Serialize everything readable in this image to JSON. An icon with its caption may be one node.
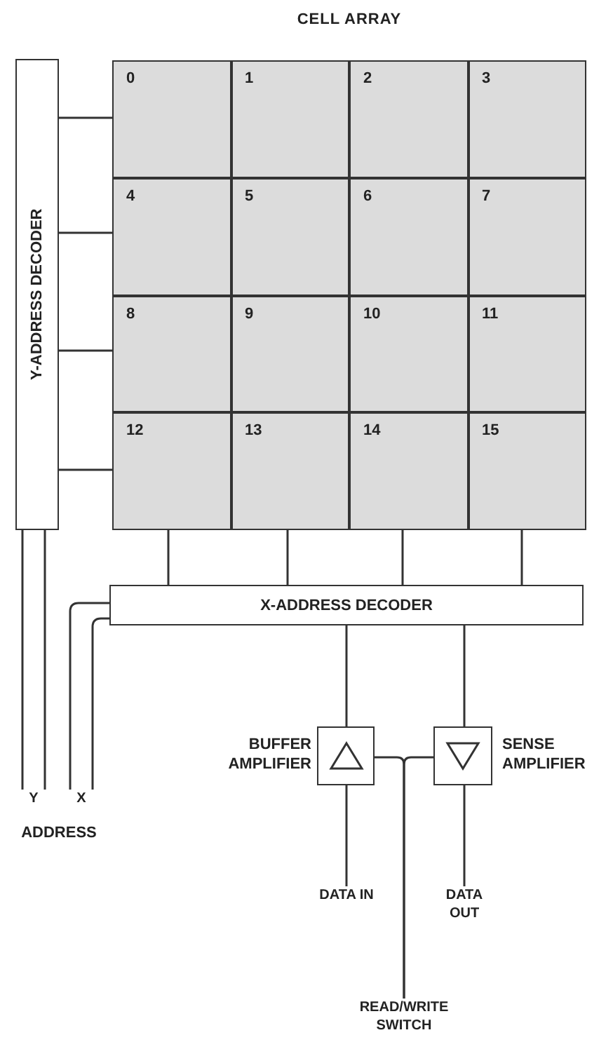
{
  "diagram": {
    "nodes": [
      {
        "text": [
          "CELL ARRAY"
        ]
      },
      {
        "text": [
          "0"
        ],
        "in": 0
      },
      {
        "text": [
          "1"
        ],
        "in": 0
      },
      {
        "text": [
          "2"
        ],
        "in": 0
      },
      {
        "text": [
          "3"
        ],
        "in": 0
      },
      {
        "text": [
          "4"
        ],
        "in": 0
      },
      {
        "text": [
          "5"
        ],
        "in": 0
      },
      {
        "text": [
          "6"
        ],
        "in": 0
      },
      {
        "text": [
          "7"
        ],
        "in": 0
      },
      {
        "text": [
          "8"
        ],
        "in": 0
      },
      {
        "text": [
          "9"
        ],
        "in": 0
      },
      {
        "text": [
          "10"
        ],
        "in": 0
      },
      {
        "text": [
          "11"
        ],
        "in": 0
      },
      {
        "text": [
          "12"
        ],
        "in": 0
      },
      {
        "text": [
          "13"
        ],
        "in": 0
      },
      {
        "text": [
          "14"
        ],
        "in": 0
      },
      {
        "text": [
          "15"
        ],
        "in": 0
      },
      {
        "text": [
          "Y-ADDRESS DECODER"
        ]
      },
      {
        "text": [
          "X-ADDRESS DECODER"
        ]
      },
      {
        "text": [],
        "shape": "box",
        "beside": [
          "BUFFER AMPLIFIER"
        ]
      },
      {
        "text": [],
        "shape": "box",
        "beside": [
          "SENSE AMPLIFIER"
        ]
      },
      {
        "text": [
          "Y"
        ]
      },
      {
        "text": [
          "X"
        ]
      },
      {
        "text": [
          "DATA IN"
        ]
      },
      {
        "text": [
          "DATA OUT"
        ]
      },
      {
        "text": [
          "READ/WRITE SWITCH"
        ]
      }
    ],
    "edges": [
      {
        "from": 17,
        "to": 1,
        "arrow": "none"
      },
      {
        "from": 17,
        "to": 5,
        "arrow": "none"
      },
      {
        "from": 17,
        "to": 9,
        "arrow": "none"
      },
      {
        "from": 17,
        "to": 13,
        "arrow": "none"
      },
      {
        "from": 18,
        "to": 13,
        "arrow": "none"
      },
      {
        "from": 18,
        "to": 14,
        "arrow": "none"
      },
      {
        "from": 18,
        "to": 15,
        "arrow": "none"
      },
      {
        "from": 18,
        "to": 16,
        "arrow": "none"
      },
      {
        "from": 21,
        "to": 17,
        "arrow": "none"
      },
      {
        "from": 21,
        "to": 17,
        "arrow": "none"
      },
      {
        "from": 22,
        "to": 18,
        "arrow": "none"
      },
      {
        "from": 22,
        "to": 18,
        "arrow": "none"
      },
      {
        "from": 18,
        "to": 19,
        "arrow": "none"
      },
      {
        "from": 18,
        "to": 20,
        "arrow": "none"
      },
      {
        "from": 19,
        "to": 23,
        "arrow": "none"
      },
      {
        "from": 20,
        "to": 24,
        "arrow": "none"
      },
      {
        "from": 19,
        "to": 25,
        "arrow": "none"
      },
      {
        "from": 20,
        "to": 25,
        "arrow": "none"
      }
    ],
    "labels": [
      "ADDRESS"
    ]
  }
}
